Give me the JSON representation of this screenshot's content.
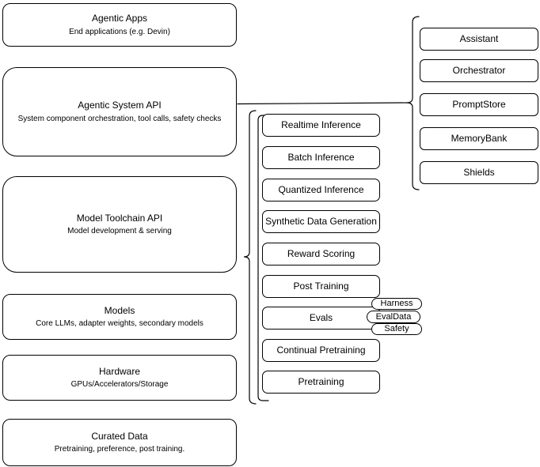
{
  "left_column": [
    {
      "title": "Agentic Apps",
      "subtitle": "End applications (e.g. Devin)"
    },
    {
      "title": "Agentic System API",
      "subtitle": "System component orchestration, tool calls, safety checks"
    },
    {
      "title": "Model Toolchain API",
      "subtitle": "Model development & serving"
    },
    {
      "title": "Models",
      "subtitle": "Core LLMs, adapter weights, secondary models"
    },
    {
      "title": "Hardware",
      "subtitle": "GPUs/Accelerators/Storage"
    },
    {
      "title": "Curated Data",
      "subtitle": "Pretraining, preference, post training."
    }
  ],
  "middle_column": [
    "Realtime Inference",
    "Batch Inference",
    "Quantized Inference",
    "Synthetic Data Generation",
    "Reward Scoring",
    "Post Training",
    "Evals",
    "Continual Pretraining",
    "Pretraining"
  ],
  "eval_pills": [
    "Harness",
    "EvalData",
    "Safety"
  ],
  "right_column": [
    "Assistant",
    "Orchestrator",
    "PromptStore",
    "MemoryBank",
    "Shields"
  ],
  "colors": {
    "stroke": "#000000",
    "fill": "#ffffff",
    "text": "#000000",
    "background": "#ffffff"
  }
}
